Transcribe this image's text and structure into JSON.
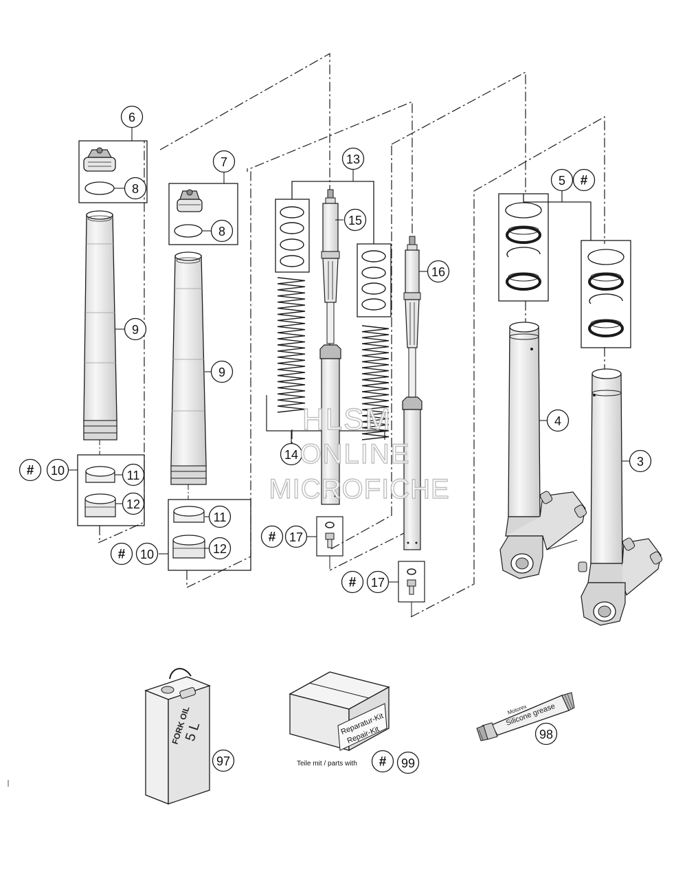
{
  "diagram": {
    "callouts": {
      "c6": "6",
      "c7": "7",
      "c8a": "8",
      "c8b": "8",
      "c9a": "9",
      "c9b": "9",
      "c10a": "10",
      "c10b": "10",
      "c11a": "11",
      "c11b": "11",
      "c12a": "12",
      "c12b": "12",
      "c13": "13",
      "c14": "14",
      "c15": "15",
      "c16": "16",
      "c17a": "17",
      "c17b": "17",
      "c5": "5",
      "c4": "4",
      "c3": "3",
      "c97": "97",
      "c98": "98",
      "c99": "99"
    },
    "hash_symbol": "#",
    "fork_oil_label": "FORK OIL",
    "fork_oil_volume": "5 L",
    "repair_kit_line1": "Reparatur-Kit",
    "repair_kit_line2": "Repair-Kit",
    "parts_with_note": "Teile mit / parts with",
    "grease_label": "Silicone grease",
    "grease_brand": "Motorex"
  },
  "watermark": {
    "line1": "HLSM",
    "line2": "ONLINE",
    "line3": "MICROFICHE"
  },
  "colors": {
    "line": "#1a1a1a",
    "part_fill": "#f2f2f2",
    "part_shade": "#cfcfcf",
    "watermark_stroke": "#b8b8b8"
  }
}
